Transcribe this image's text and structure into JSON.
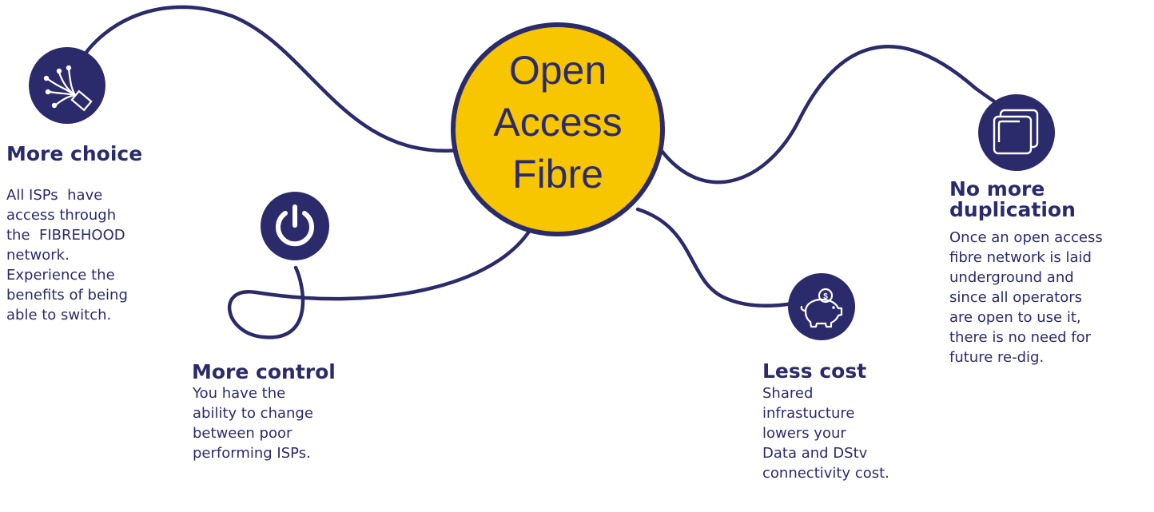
{
  "colors": {
    "navy": "#2b2b6b",
    "yellow": "#f7c600",
    "white": "#ffffff"
  },
  "hub": {
    "lines": [
      "Open",
      "Access",
      "Fibre"
    ]
  },
  "benefits": {
    "choice": {
      "icon": "fibre-optic-strands-icon",
      "title": "More choice",
      "lines": [
        "All ISPs  have",
        "access through",
        "the  FIBREHOOD",
        "network.",
        "Experience the",
        "benefits of being",
        "able to switch."
      ]
    },
    "control": {
      "icon": "power-icon",
      "title": "More control",
      "lines": [
        "You have the",
        "ability to change",
        "between poor",
        "performing ISPs."
      ]
    },
    "cost": {
      "icon": "piggy-bank-icon",
      "title": "Less cost",
      "lines": [
        "Shared",
        "infrastucture",
        "lowers your",
        "Data and DStv",
        "connectivity cost."
      ]
    },
    "duplication": {
      "icon": "duplicate-squares-icon",
      "title_lines": [
        "No more",
        "duplication"
      ],
      "lines": [
        "Once an open access",
        "fibre network is laid",
        "underground and",
        "since all operators",
        "are open to use it,",
        "there is no need for",
        "future re-dig."
      ]
    }
  }
}
